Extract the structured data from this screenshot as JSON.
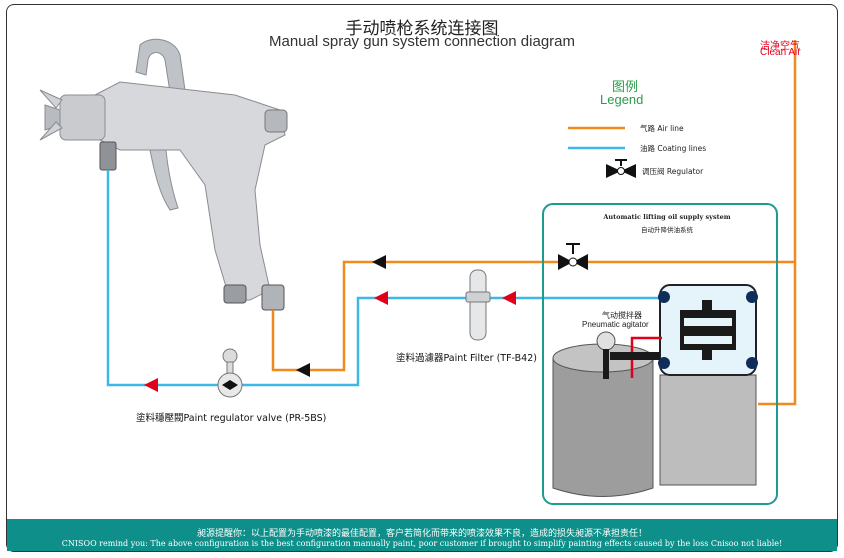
{
  "title": {
    "cn": "手动喷枪系统连接图",
    "en": "Manual spray gun system connection diagram"
  },
  "clean_air": {
    "cn": "洁净空气",
    "en": "Clean Air"
  },
  "legend": {
    "title_cn": "图例",
    "title_en": "Legend",
    "items": [
      {
        "label": "气路 Air line",
        "color": "#f08a1c",
        "icon": "orange-line"
      },
      {
        "label": "油路 Coating lines",
        "color": "#3fb6e8",
        "icon": "blue-line"
      },
      {
        "label": "调压阀 Regulator",
        "color": "#111111",
        "icon": "regulator-valve-icon"
      }
    ]
  },
  "supply_system": {
    "en": "Automatic lifting oil supply system",
    "cn": "自动升降供油系统"
  },
  "agitator": {
    "cn": "气动搅拌器",
    "en": "Pneumatic agitator"
  },
  "paint_filter": {
    "label": "塗料過濾器Paint Filter (TF-B42)"
  },
  "regulator_valve": {
    "label": "塗料穩壓閥Paint regulator valve (PR-5BS)"
  },
  "footer": {
    "cn": "昶源提醒你：以上配置为手动喷漆的最佳配置，客户若简化而带来的喷漆效果不良，造成的损失昶源不承担责任！",
    "en": "CNISOO remind you: The above configuration is the best configuration manually paint, poor customer if  brought to simplify painting effects caused by the loss Cnisoo not liable!"
  },
  "colors": {
    "air_line": "#f08a1c",
    "coating_line": "#3fb6e8",
    "arrow": "#e0001b",
    "box_border": "#1f9a90",
    "footer_bg": "#0e8f8a"
  }
}
